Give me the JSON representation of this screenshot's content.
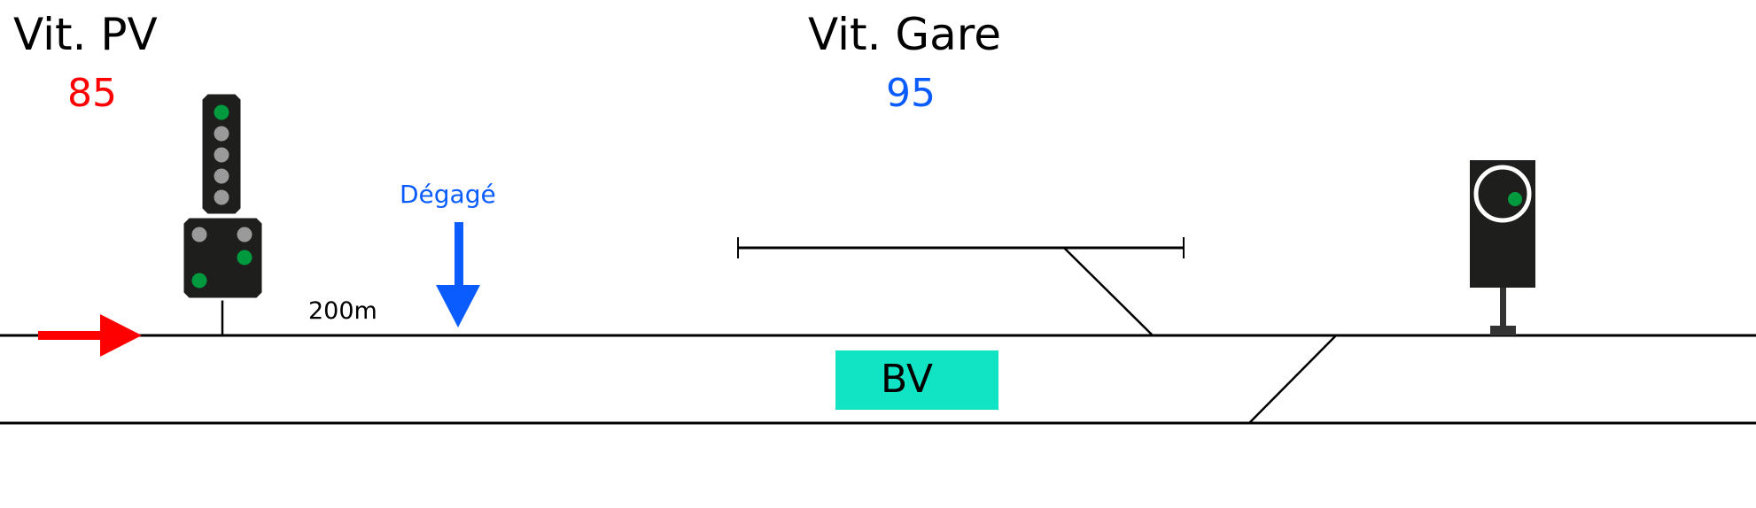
{
  "labels": {
    "speed_pv_title": "Vit. PV",
    "speed_pv_value": "85",
    "speed_gare_title": "Vit. Gare",
    "speed_gare_value": "95",
    "distance": "200m",
    "clear_label": "Dégagé",
    "station_building": "BV"
  },
  "signals": {
    "left_upper_lamps": [
      "green",
      "gray",
      "gray",
      "gray",
      "gray"
    ],
    "left_lower_lamps": [
      "gray",
      "gray",
      "green",
      "green"
    ],
    "right_lamp": "green"
  },
  "colors": {
    "red": "#ff0000",
    "blue": "#0a5cff",
    "green": "#009a3e",
    "gray_lamp": "#9a9a9a",
    "signal_body": "#1e1e1c",
    "station": "#10e4c4"
  }
}
